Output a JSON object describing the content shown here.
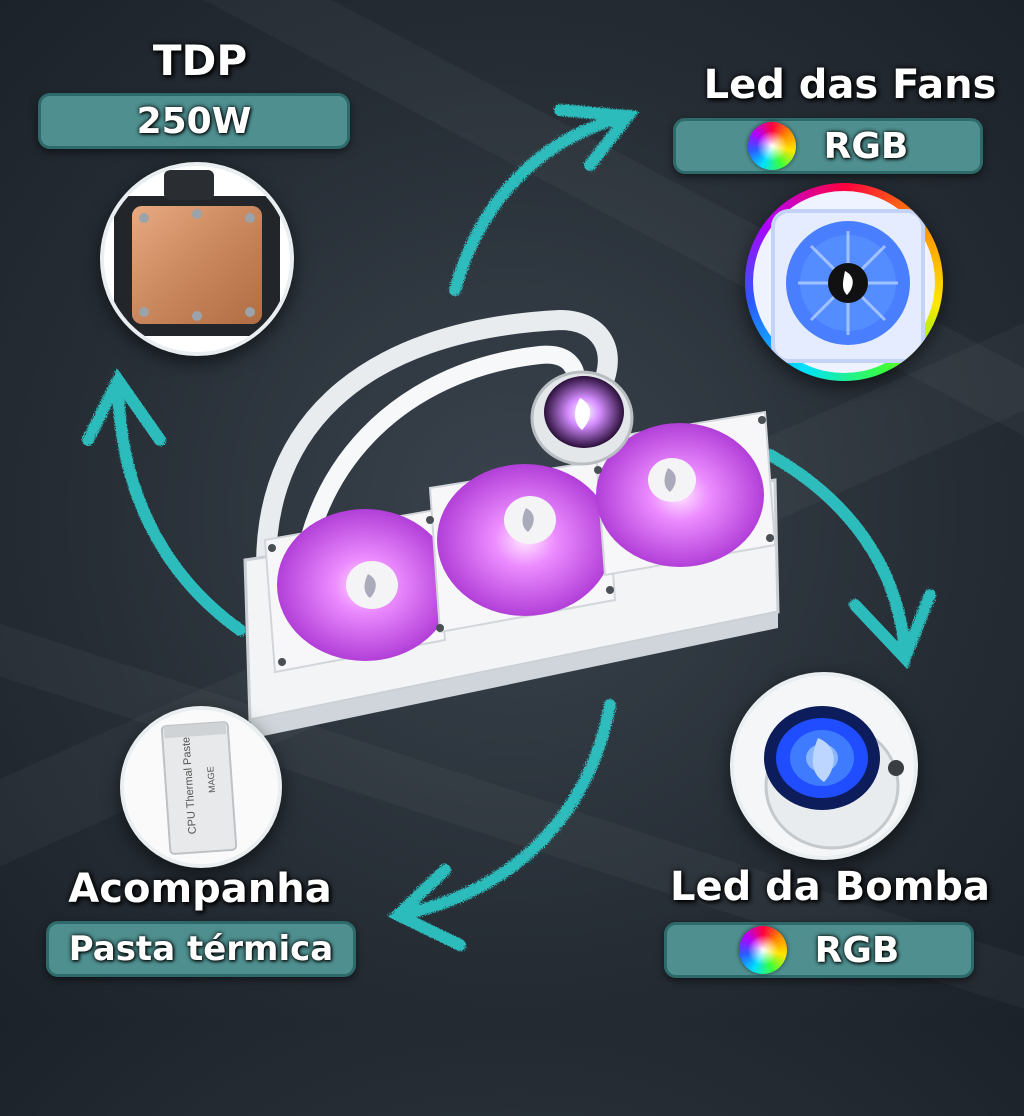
{
  "tdp": {
    "heading": "TDP",
    "value": "250W"
  },
  "fans_led": {
    "heading": "Led das Fans",
    "value": "RGB",
    "icon": "rgb-color-wheel-icon"
  },
  "pump_led": {
    "heading": "Led da Bomba",
    "value": "RGB",
    "icon": "rgb-color-wheel-icon"
  },
  "included": {
    "heading": "Acompanha",
    "value": "Pasta térmica"
  },
  "thermal_paste_packet": {
    "line1": "CPU Thermal Paste",
    "line2": "MAGE"
  },
  "colors": {
    "pill_fill": "#4f8f8f",
    "arrow": "#2ec4c4",
    "fan_glow": "#e06bff",
    "pump_glow": "#3c7bff",
    "copper": "#d38a5a"
  }
}
